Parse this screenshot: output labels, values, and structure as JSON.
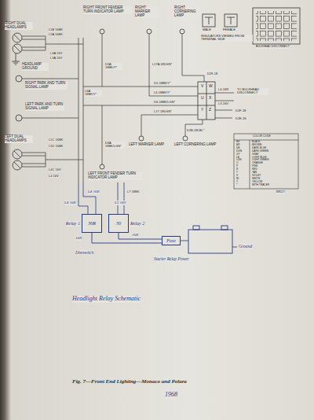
{
  "diagram": {
    "caption": "Fig. 7—Front End Lighting—Monaco and Polara",
    "nodes": [
      {
        "text": [
          "Relay 1",
          "30R"
        ]
      },
      {
        "text": [
          "Relay 2",
          "30"
        ]
      },
      {
        "text": [
          "Fuse"
        ]
      }
    ],
    "edges": [
      {
        "from": 0,
        "to": 2,
        "arrow": "none"
      },
      {
        "from": 1,
        "to": 2,
        "arrow": "none"
      }
    ],
    "labels": [
      "RIGHT FRONT FENDER TURN INDICATOR LAMP",
      "RIGHT MARKER LAMP",
      "RIGHT CORNERING LAMP",
      "MALE",
      "FEMALE",
      "INSULATORS VIEWED FROM TERMINAL SIDE",
      "BULKHEAD DISCONNECT",
      "RIGHT DUAL HEADLAMPS",
      "L5B 16BK",
      "L5A 16BK",
      "L4A 16V",
      "L3A 16V",
      "HEADLAMP GROUND",
      "RIGHT PARK AND TURN SIGNAL LAMP",
      "D5A 18BK/Y*",
      "L17A 18DGN*",
      "D29-18",
      "D5-18BK/Y*",
      "L6-18BK/Y*",
      "D6-18BK/LGN*",
      "L17-18DGN*",
      "D2B-18LBL*",
      "V",
      "W",
      "U",
      "X",
      "Y",
      "Z",
      "L4-16R",
      "L3-16V",
      "TO BULKHEAD DISCONNECT",
      "D2F-18",
      "D2E-18",
      "L6A 18BK/Y*",
      "LEFT PARK AND TURN SIGNAL LAMP",
      "D6A 18BK/LGN*",
      "LEFT MARKER LAMP",
      "LEFT CORNERING LAMP",
      "LEFT DUAL HEADLAMPS",
      "L5C 16BK",
      "L5D 16BK",
      "L4C 16V",
      "L4 16V",
      "LEFT FRONT FENDER TURN INDICATOR LAMP",
      "L7 18BK",
      "NR117",
      "L4 16R",
      "L4 16R",
      "L3 16V",
      "16R",
      "16R",
      "Dimswitch",
      "Starter Relay Power",
      "Ground",
      "Headlight Relay Schematic",
      "1968",
      "COLOR CODE",
      "BK",
      "BLACK",
      "BR",
      "BROWN",
      "DB",
      "DARK BLUE",
      "DGN",
      "DARK GREEN",
      "GY",
      "GRAY",
      "LB",
      "LIGHT BLUE",
      "LGN",
      "LIGHT GREEN",
      "O",
      "ORANGE",
      "P",
      "PINK",
      "R",
      "RED",
      "T",
      "TAN",
      "V",
      "VIOLET",
      "W",
      "WHITE",
      "Y",
      "YELLOW",
      "*",
      "WITH TRACER"
    ]
  }
}
